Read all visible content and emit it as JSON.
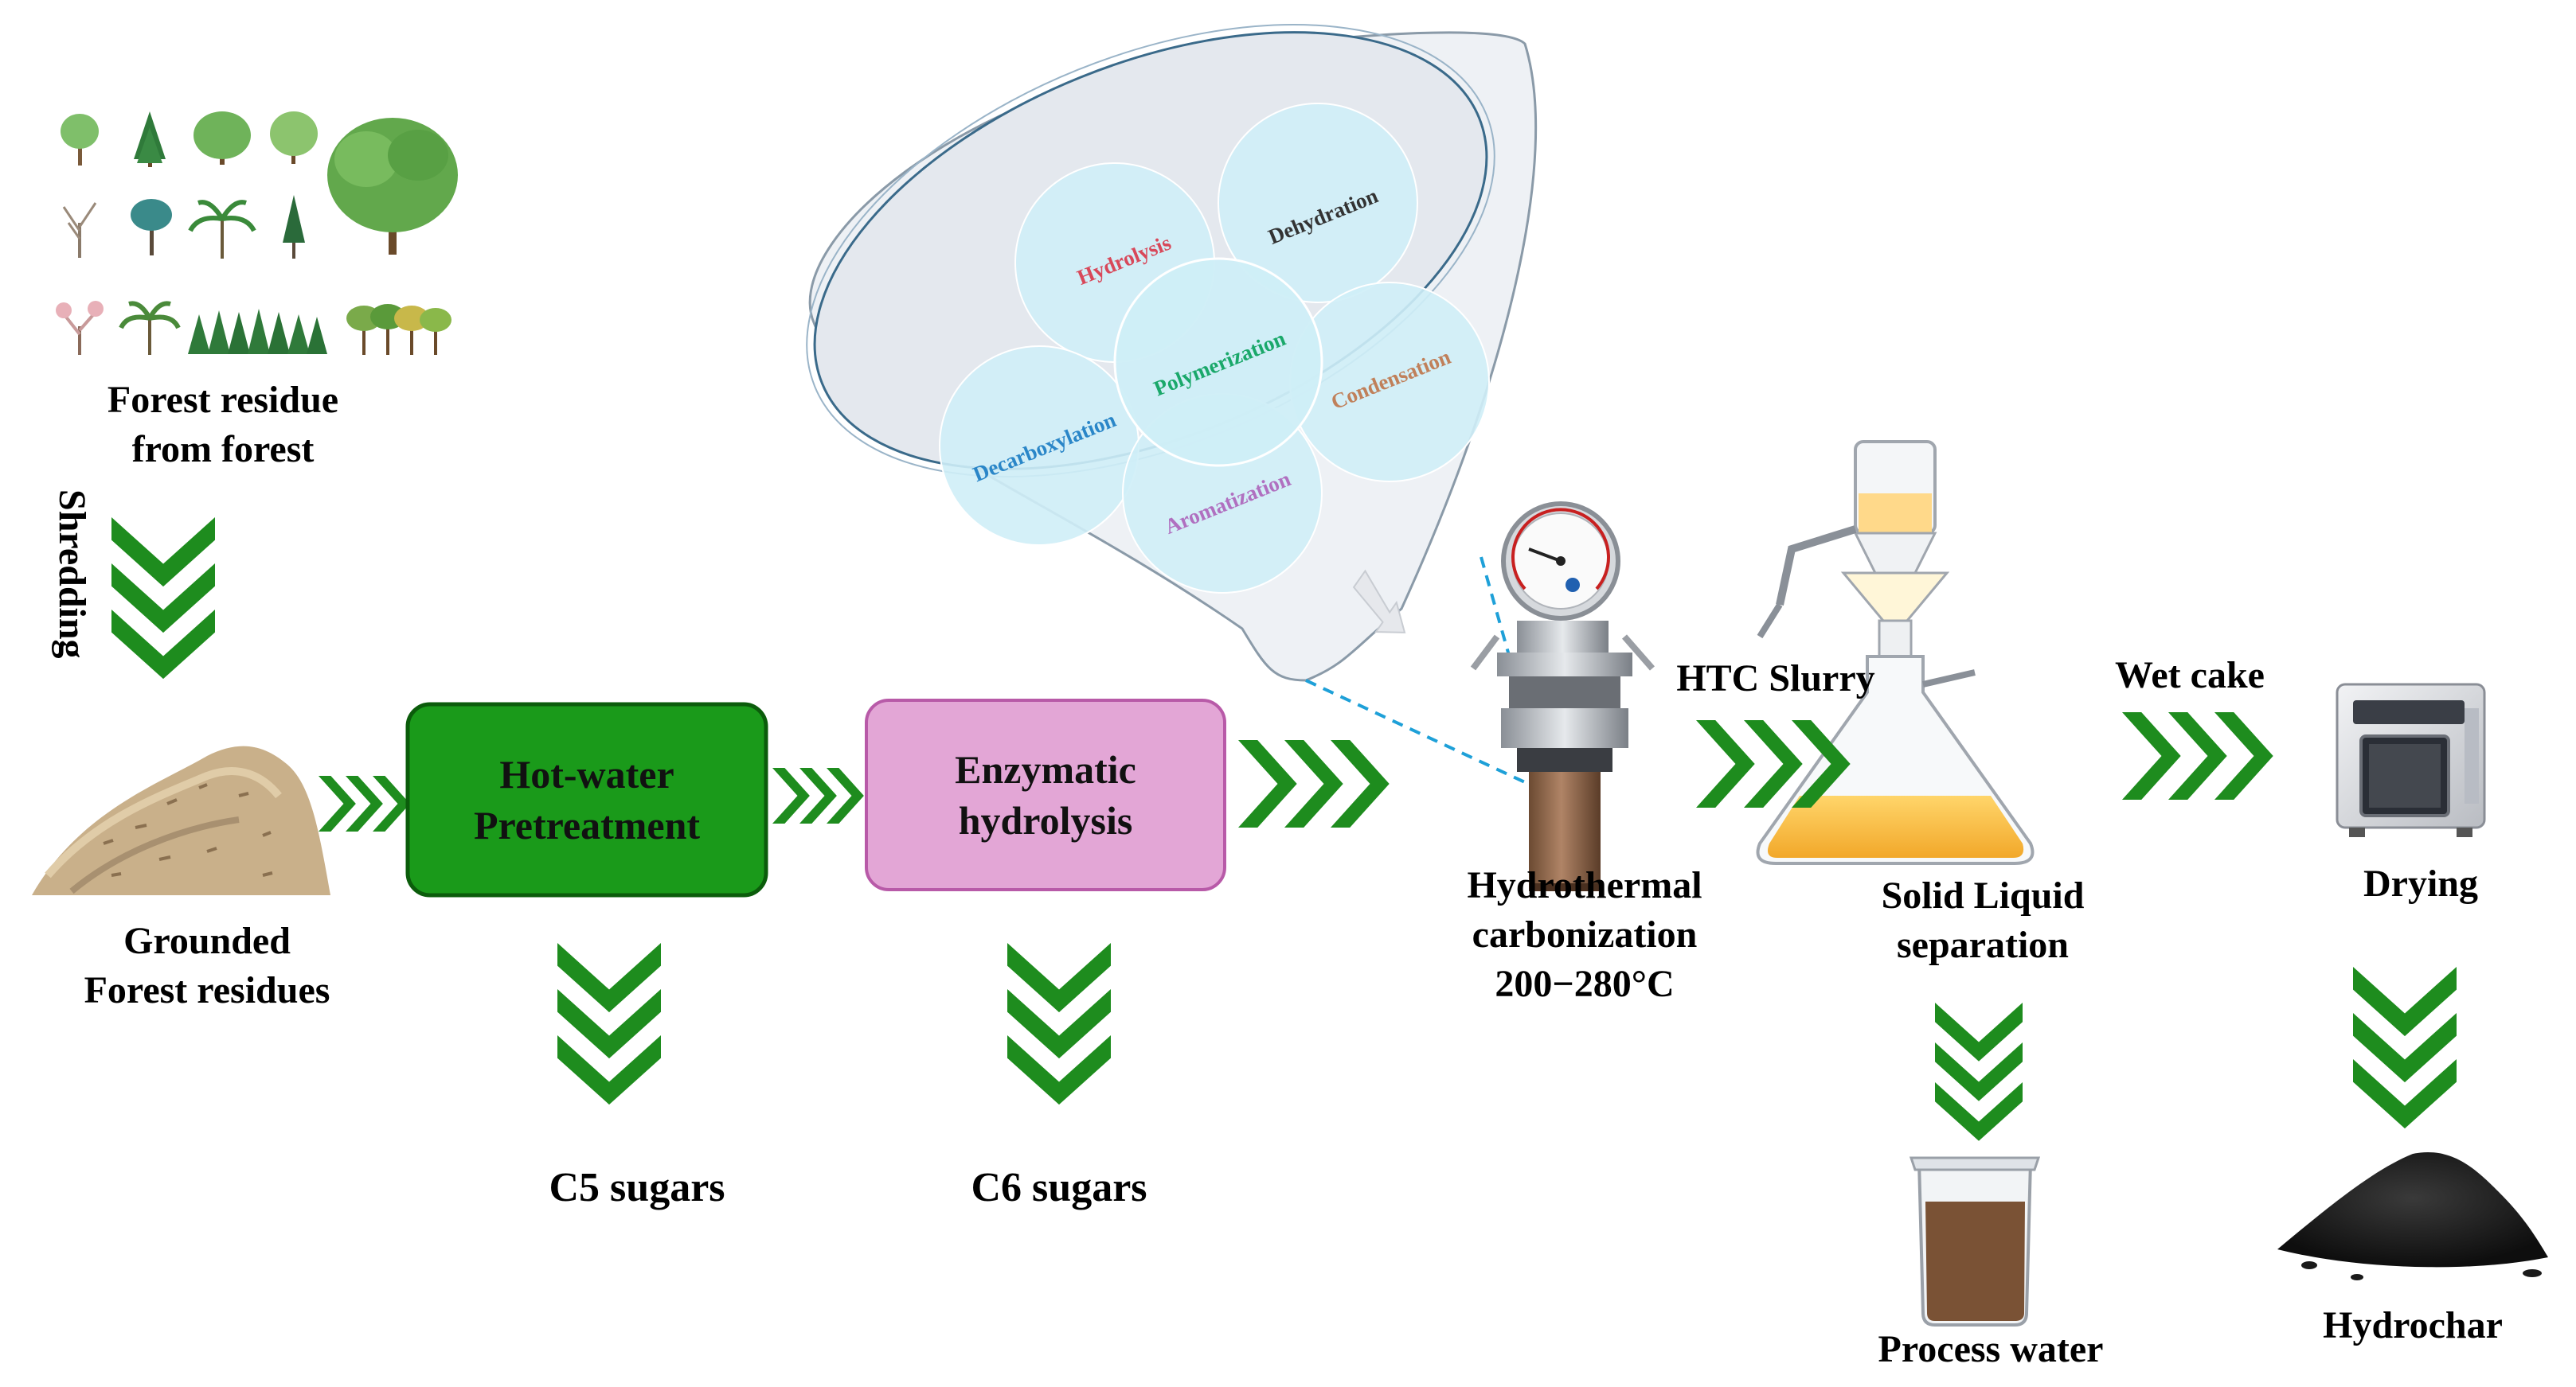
{
  "colors": {
    "chevron": "#1e8c1e",
    "hotwater_fill": "#1a9a1a",
    "hotwater_border": "#0b5c0b",
    "enzymatic_fill": "#e3a6d6",
    "enzymatic_border": "#b85aa8",
    "funnel_fill": "#e6ebf2",
    "circle_fill": "#cfeef7",
    "leader_line": "#1ea0d8"
  },
  "labels": {
    "forest_line1": "Forest residue",
    "forest_line2": "from forest",
    "shredding": "Shredding",
    "grounded_line1": "Grounded",
    "grounded_line2": "Forest residues",
    "hotwater_line1": "Hot-water",
    "hotwater_line2": "Pretreatment",
    "enzymatic_line1": "Enzymatic",
    "enzymatic_line2": "hydrolysis",
    "c5": "C5 sugars",
    "c6": "C6 sugars",
    "htc_line1": "Hydrothermal",
    "htc_line2": "carbonization",
    "htc_line3": "200−280°C",
    "htc_slurry": "HTC Slurry",
    "sl_line1": "Solid Liquid",
    "sl_line2": "separation",
    "wet_cake": "Wet cake",
    "drying": "Drying",
    "process_water": "Process water",
    "hydrochar": "Hydrochar"
  },
  "mechanisms": [
    {
      "name": "Hydrolysis",
      "color": "#d8485a"
    },
    {
      "name": "Dehydration",
      "color": "#333333"
    },
    {
      "name": "Polymerization",
      "color": "#1aa86a"
    },
    {
      "name": "Condensation",
      "color": "#c0805a"
    },
    {
      "name": "Decarboxylation",
      "color": "#2a86c8"
    },
    {
      "name": "Aromatization",
      "color": "#b070c0"
    }
  ]
}
